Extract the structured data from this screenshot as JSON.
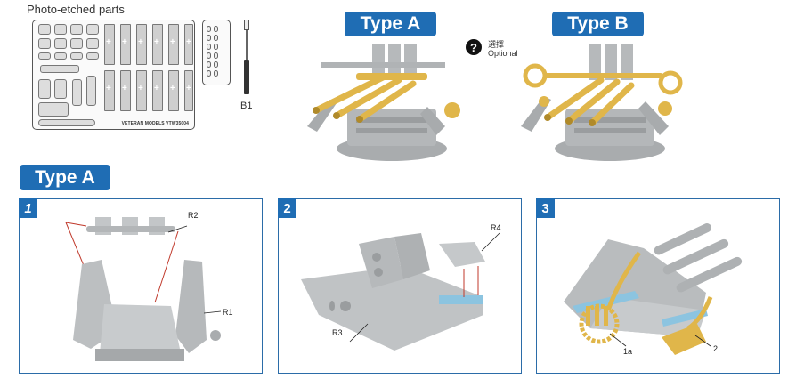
{
  "photo_etch": {
    "title": "Photo-etched parts",
    "fret_label": "VETERAN MODELS VTW35004",
    "barrel_label": "B1"
  },
  "header": {
    "type_a_badge": "Type A",
    "type_b_badge": "Type B",
    "option": {
      "icon": "question-circle-icon",
      "label_zh": "選擇",
      "label_en": "Optional"
    }
  },
  "section": {
    "badge": "Type A"
  },
  "steps": [
    {
      "number": "1",
      "callouts": [
        "R2",
        "R1"
      ]
    },
    {
      "number": "2",
      "callouts": [
        "R4",
        "R3"
      ]
    },
    {
      "number": "3",
      "callouts": [
        "1a",
        "2"
      ]
    }
  ],
  "colors": {
    "badge_blue": "#1f6db4",
    "panel_border": "#2b6ca8",
    "plastic_gray": "#b9bcbe",
    "brass": "#e0b64a",
    "guide_red": "#c0392b",
    "glue_blue": "#8cc4e0"
  }
}
